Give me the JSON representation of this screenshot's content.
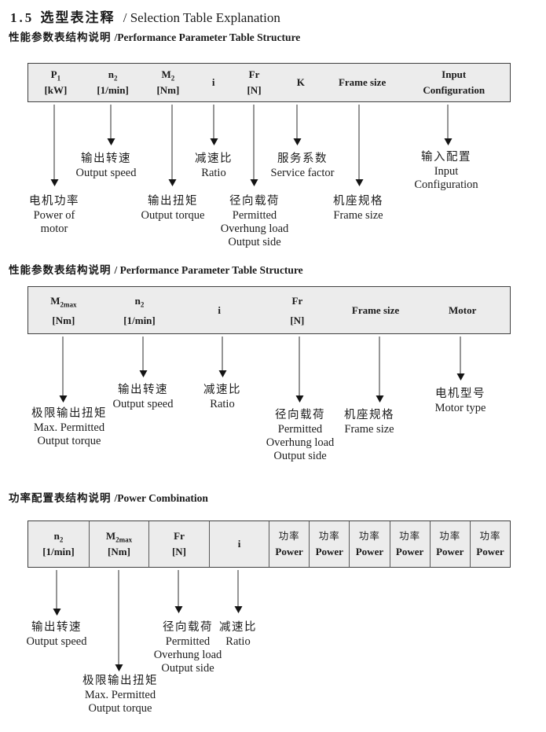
{
  "title": {
    "num": "1.5",
    "zh": "选型表注释",
    "en": "/ Selection Table Explanation"
  },
  "colors": {
    "table_bg": "#ececec",
    "table_border": "#3f3f3f",
    "text": "#1a1a1a"
  },
  "sections": [
    {
      "heading_zh": "性能参数表结构说明",
      "heading_en": "/Performance Parameter Table Structure",
      "table": {
        "cells": [
          {
            "l1": "P",
            "sub": "1",
            "l2": "[kW]"
          },
          {
            "l1": "n",
            "sub": "2",
            "l2": "[1/min]"
          },
          {
            "l1": "M",
            "sub": "2",
            "l2": "[Nm]"
          },
          {
            "l1": "i"
          },
          {
            "l1": "Fr",
            "l2": "[N]"
          },
          {
            "l1": "K"
          },
          {
            "l1": "Frame size"
          },
          {
            "l1": "Input",
            "l2": "Configuration"
          }
        ]
      },
      "callouts": [
        {
          "lines": [
            "电机功率",
            "Power of",
            "motor"
          ]
        },
        {
          "lines": [
            "输出转速",
            "Output speed"
          ]
        },
        {
          "lines": [
            "输出扭矩",
            "Output torque"
          ]
        },
        {
          "lines": [
            "减速比",
            "Ratio"
          ]
        },
        {
          "lines": [
            "径向载荷",
            "Permitted",
            "Overhung load",
            "Output side"
          ]
        },
        {
          "lines": [
            "服务系数",
            "Service factor"
          ]
        },
        {
          "lines": [
            "机座规格",
            "Frame size"
          ]
        },
        {
          "lines": [
            "输入配置",
            "Input",
            "Configuration"
          ]
        }
      ]
    },
    {
      "heading_zh": "性能参数表结构说明",
      "heading_en": "/ Performance Parameter Table Structure",
      "table": {
        "cells": [
          {
            "l1": "M",
            "sub": "2max",
            "l2": "[Nm]"
          },
          {
            "l1": "n",
            "sub": "2",
            "l2": "[1/min]"
          },
          {
            "l1": "i"
          },
          {
            "l1": "Fr",
            "l2": "[N]"
          },
          {
            "l1": "Frame size"
          },
          {
            "l1": "Motor"
          }
        ]
      },
      "callouts": [
        {
          "lines": [
            "极限输出扭矩",
            "Max. Permitted",
            "Output torque"
          ]
        },
        {
          "lines": [
            "输出转速",
            "Output speed"
          ]
        },
        {
          "lines": [
            "减速比",
            "Ratio"
          ]
        },
        {
          "lines": [
            "径向载荷",
            "Permitted",
            "Overhung load",
            "Output side"
          ]
        },
        {
          "lines": [
            "机座规格",
            "Frame size"
          ]
        },
        {
          "lines": [
            "电机型号",
            "Motor type"
          ]
        }
      ]
    },
    {
      "heading_zh": "功率配置表结构说明",
      "heading_en": "/Power Combination",
      "table": {
        "cells": [
          {
            "l1": "n",
            "sub": "2",
            "l2": "[1/min]"
          },
          {
            "l1": "M",
            "sub": "2max",
            "l2": "[Nm]"
          },
          {
            "l1": "Fr",
            "l2": "[N]"
          },
          {
            "l1": "i"
          }
        ]
      },
      "power": {
        "zh": "功率",
        "en": "Power"
      },
      "callouts": [
        {
          "lines": [
            "输出转速",
            "Output speed"
          ]
        },
        {
          "lines": [
            "极限输出扭矩",
            "Max. Permitted",
            "Output torque"
          ]
        },
        {
          "lines": [
            "径向载荷",
            "Permitted",
            "Overhung load",
            "Output side"
          ]
        },
        {
          "lines": [
            "减速比",
            "Ratio"
          ]
        }
      ]
    }
  ]
}
